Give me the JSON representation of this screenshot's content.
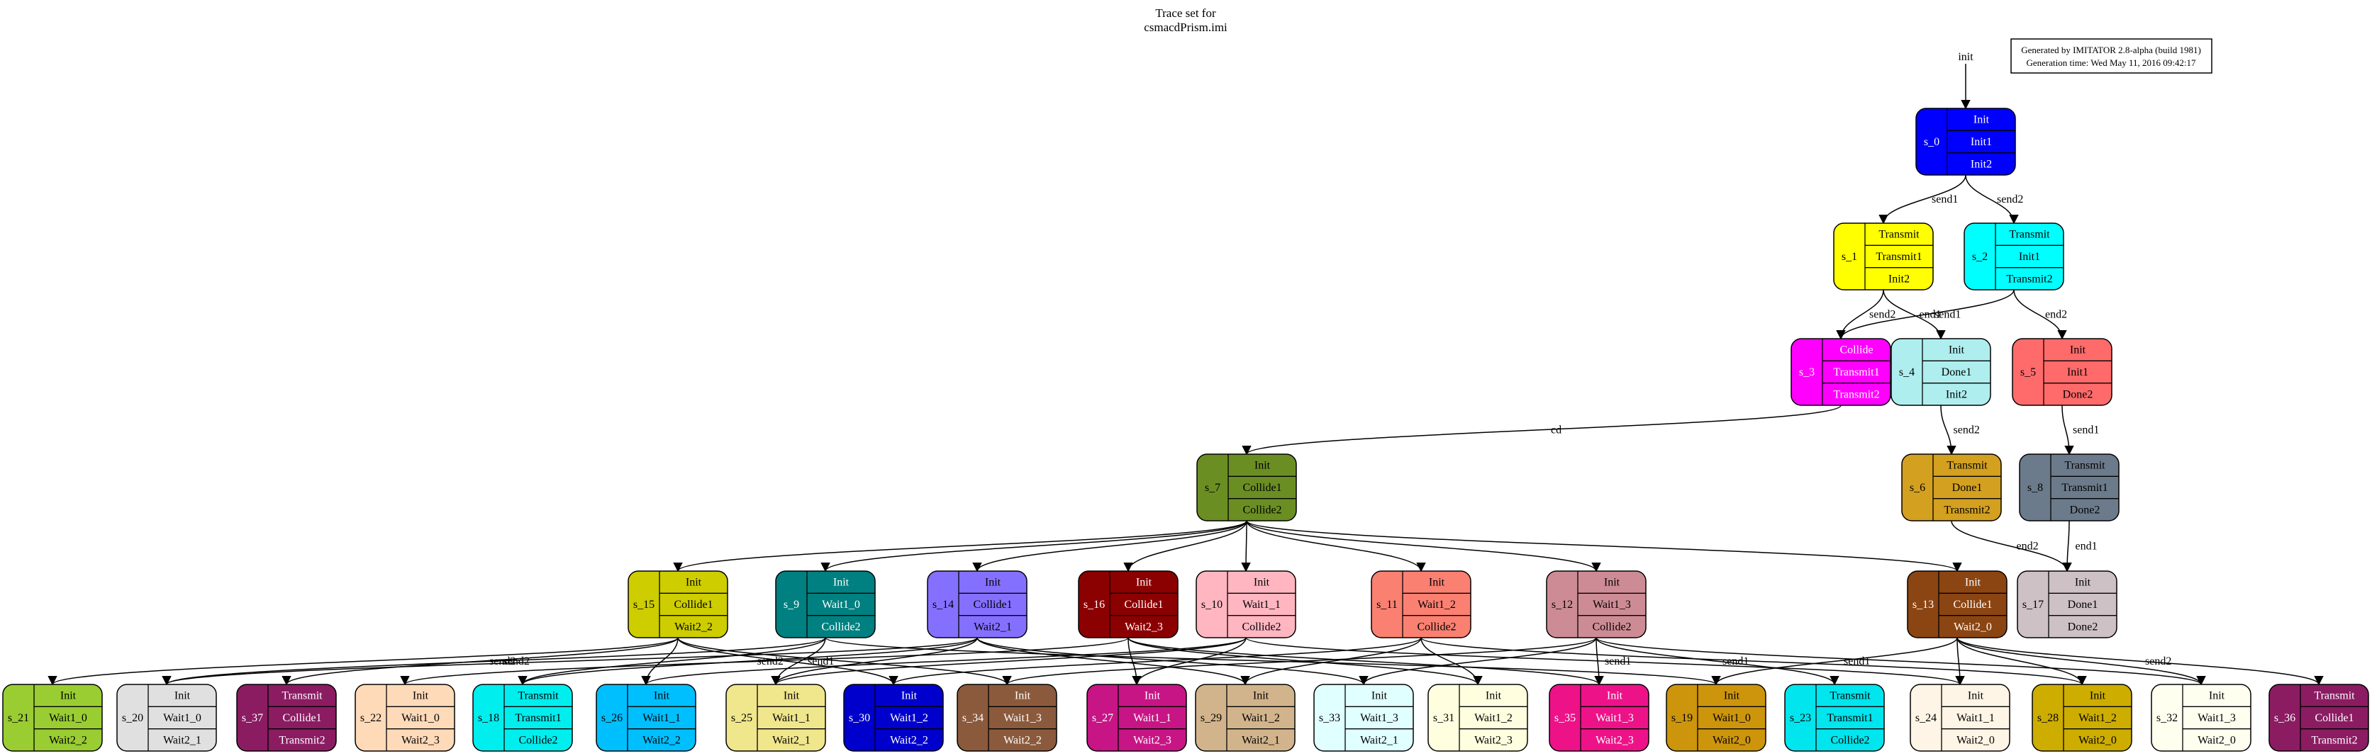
{
  "title_lines": [
    "Trace set for",
    "csmacdPrism.imi"
  ],
  "generated": {
    "line1": "Generated by IMITATOR 2.8-alpha (build 1981)",
    "line2": "Generation time: Wed May 11, 2016 09:42:17"
  },
  "init_label": "init",
  "colors": {
    "s_0": "#0000ff",
    "s_1": "#ffff00",
    "s_2": "#00ffff",
    "s_3": "#ff00ff",
    "s_4": "#afeeee",
    "s_5": "#ff6a6a",
    "s_6": "#d4a020",
    "s_7": "#6b8e23",
    "s_8": "#6c7b8b",
    "s_9": "#008080",
    "s_10": "#ffb6c1",
    "s_11": "#fa8072",
    "s_12": "#cd8c95",
    "s_13": "#8b4513",
    "s_14": "#8470ff",
    "s_15": "#cdcd00",
    "s_16": "#8b0000",
    "s_17": "#cdc1c5",
    "s_18": "#00eeee",
    "s_19": "#cd950c",
    "s_20": "#e0e0e0",
    "s_21": "#9acd32",
    "s_22": "#ffdab9",
    "s_23": "#00e5ee",
    "s_24": "#fff5e6",
    "s_25": "#f0e68c",
    "s_26": "#00bfff",
    "s_27": "#c71585",
    "s_28": "#cdad00",
    "s_29": "#d2b48c",
    "s_30": "#0000cd",
    "s_31": "#ffffe0",
    "s_32": "#fffff0",
    "s_33": "#e0ffff",
    "s_34": "#8b5a3c",
    "s_35": "#ee1289",
    "s_36": "#8b1c62",
    "s_37": "#8b1c62"
  },
  "states": [
    {
      "id": "s_0",
      "rows": [
        "Init",
        "Init1",
        "Init2"
      ]
    },
    {
      "id": "s_1",
      "rows": [
        "Transmit",
        "Transmit1",
        "Init2"
      ]
    },
    {
      "id": "s_2",
      "rows": [
        "Transmit",
        "Init1",
        "Transmit2"
      ]
    },
    {
      "id": "s_3",
      "rows": [
        "Collide",
        "Transmit1",
        "Transmit2"
      ]
    },
    {
      "id": "s_4",
      "rows": [
        "Init",
        "Done1",
        "Init2"
      ]
    },
    {
      "id": "s_5",
      "rows": [
        "Init",
        "Init1",
        "Done2"
      ]
    },
    {
      "id": "s_6",
      "rows": [
        "Transmit",
        "Done1",
        "Transmit2"
      ]
    },
    {
      "id": "s_7",
      "rows": [
        "Init",
        "Collide1",
        "Collide2"
      ]
    },
    {
      "id": "s_8",
      "rows": [
        "Transmit",
        "Transmit1",
        "Done2"
      ]
    },
    {
      "id": "s_9",
      "rows": [
        "Init",
        "Wait1_0",
        "Collide2"
      ]
    },
    {
      "id": "s_10",
      "rows": [
        "Init",
        "Wait1_1",
        "Collide2"
      ]
    },
    {
      "id": "s_11",
      "rows": [
        "Init",
        "Wait1_2",
        "Collide2"
      ]
    },
    {
      "id": "s_12",
      "rows": [
        "Init",
        "Wait1_3",
        "Collide2"
      ]
    },
    {
      "id": "s_13",
      "rows": [
        "Init",
        "Collide1",
        "Wait2_0"
      ]
    },
    {
      "id": "s_14",
      "rows": [
        "Init",
        "Collide1",
        "Wait2_1"
      ]
    },
    {
      "id": "s_15",
      "rows": [
        "Init",
        "Collide1",
        "Wait2_2"
      ]
    },
    {
      "id": "s_16",
      "rows": [
        "Init",
        "Collide1",
        "Wait2_3"
      ]
    },
    {
      "id": "s_17",
      "rows": [
        "Init",
        "Done1",
        "Done2"
      ]
    },
    {
      "id": "s_18",
      "rows": [
        "Transmit",
        "Transmit1",
        "Collide2"
      ]
    },
    {
      "id": "s_19",
      "rows": [
        "Init",
        "Wait1_0",
        "Wait2_0"
      ]
    },
    {
      "id": "s_20",
      "rows": [
        "Init",
        "Wait1_0",
        "Wait2_1"
      ]
    },
    {
      "id": "s_21",
      "rows": [
        "Init",
        "Wait1_0",
        "Wait2_2"
      ]
    },
    {
      "id": "s_22",
      "rows": [
        "Init",
        "Wait1_0",
        "Wait2_3"
      ]
    },
    {
      "id": "s_23",
      "rows": [
        "Transmit",
        "Transmit1",
        "Collide2"
      ]
    },
    {
      "id": "s_24",
      "rows": [
        "Init",
        "Wait1_1",
        "Wait2_0"
      ]
    },
    {
      "id": "s_25",
      "rows": [
        "Init",
        "Wait1_1",
        "Wait2_1"
      ]
    },
    {
      "id": "s_26",
      "rows": [
        "Init",
        "Wait1_1",
        "Wait2_2"
      ]
    },
    {
      "id": "s_27",
      "rows": [
        "Init",
        "Wait1_1",
        "Wait2_3"
      ]
    },
    {
      "id": "s_28",
      "rows": [
        "Init",
        "Wait1_2",
        "Wait2_0"
      ]
    },
    {
      "id": "s_29",
      "rows": [
        "Init",
        "Wait1_2",
        "Wait2_1"
      ]
    },
    {
      "id": "s_30",
      "rows": [
        "Init",
        "Wait1_2",
        "Wait2_2"
      ]
    },
    {
      "id": "s_31",
      "rows": [
        "Init",
        "Wait1_2",
        "Wait2_3"
      ]
    },
    {
      "id": "s_32",
      "rows": [
        "Init",
        "Wait1_3",
        "Wait2_0"
      ]
    },
    {
      "id": "s_33",
      "rows": [
        "Init",
        "Wait1_3",
        "Wait2_1"
      ]
    },
    {
      "id": "s_34",
      "rows": [
        "Init",
        "Wait1_3",
        "Wait2_2"
      ]
    },
    {
      "id": "s_35",
      "rows": [
        "Init",
        "Wait1_3",
        "Wait2_3"
      ]
    },
    {
      "id": "s_36",
      "rows": [
        "Transmit",
        "Collide1",
        "Transmit2"
      ]
    },
    {
      "id": "s_37",
      "rows": [
        "Transmit",
        "Collide1",
        "Transmit2"
      ]
    }
  ],
  "edges": [
    {
      "from": "init",
      "to": "s_0",
      "label": ""
    },
    {
      "from": "s_0",
      "to": "s_1",
      "label": "send1"
    },
    {
      "from": "s_0",
      "to": "s_2",
      "label": "send2"
    },
    {
      "from": "s_1",
      "to": "s_3",
      "label": "send2"
    },
    {
      "from": "s_1",
      "to": "s_4",
      "label": "end1"
    },
    {
      "from": "s_2",
      "to": "s_3",
      "label": "send1"
    },
    {
      "from": "s_2",
      "to": "s_5",
      "label": "end2"
    },
    {
      "from": "s_3",
      "to": "s_7",
      "label": "cd"
    },
    {
      "from": "s_4",
      "to": "s_6",
      "label": "send2"
    },
    {
      "from": "s_5",
      "to": "s_8",
      "label": "send1"
    },
    {
      "from": "s_6",
      "to": "s_17",
      "label": "end2"
    },
    {
      "from": "s_8",
      "to": "s_17",
      "label": "end1"
    },
    {
      "from": "s_7",
      "to": "s_15",
      "label": ""
    },
    {
      "from": "s_7",
      "to": "s_9",
      "label": ""
    },
    {
      "from": "s_7",
      "to": "s_14",
      "label": ""
    },
    {
      "from": "s_7",
      "to": "s_16",
      "label": ""
    },
    {
      "from": "s_7",
      "to": "s_10",
      "label": ""
    },
    {
      "from": "s_7",
      "to": "s_11",
      "label": ""
    },
    {
      "from": "s_7",
      "to": "s_12",
      "label": ""
    },
    {
      "from": "s_7",
      "to": "s_13",
      "label": ""
    },
    {
      "from": "s_15",
      "to": "s_21",
      "label": ""
    },
    {
      "from": "s_15",
      "to": "s_26",
      "label": ""
    },
    {
      "from": "s_15",
      "to": "s_30",
      "label": ""
    },
    {
      "from": "s_15",
      "to": "s_34",
      "label": ""
    },
    {
      "from": "s_9",
      "to": "s_20",
      "label": "send2"
    },
    {
      "from": "s_9",
      "to": "s_18",
      "label": ""
    },
    {
      "from": "s_9",
      "to": "s_25",
      "label": "send1"
    },
    {
      "from": "s_9",
      "to": "s_19",
      "label": ""
    },
    {
      "from": "s_14",
      "to": "s_20",
      "label": ""
    },
    {
      "from": "s_14",
      "to": "s_25",
      "label": ""
    },
    {
      "from": "s_14",
      "to": "s_33",
      "label": ""
    },
    {
      "from": "s_14",
      "to": "s_29",
      "label": ""
    },
    {
      "from": "s_16",
      "to": "s_22",
      "label": ""
    },
    {
      "from": "s_16",
      "to": "s_27",
      "label": ""
    },
    {
      "from": "s_16",
      "to": "s_31",
      "label": ""
    },
    {
      "from": "s_16",
      "to": "s_35",
      "label": ""
    },
    {
      "from": "s_10",
      "to": "s_24",
      "label": ""
    },
    {
      "from": "s_10",
      "to": "s_25",
      "label": ""
    },
    {
      "from": "s_10",
      "to": "s_26",
      "label": ""
    },
    {
      "from": "s_10",
      "to": "s_27",
      "label": ""
    },
    {
      "from": "s_11",
      "to": "s_28",
      "label": ""
    },
    {
      "from": "s_11",
      "to": "s_29",
      "label": ""
    },
    {
      "from": "s_11",
      "to": "s_30",
      "label": ""
    },
    {
      "from": "s_11",
      "to": "s_31",
      "label": ""
    },
    {
      "from": "s_12",
      "to": "s_32",
      "label": ""
    },
    {
      "from": "s_12",
      "to": "s_33",
      "label": ""
    },
    {
      "from": "s_12",
      "to": "s_34",
      "label": ""
    },
    {
      "from": "s_12",
      "to": "s_35",
      "label": "send1"
    },
    {
      "from": "s_13",
      "to": "s_19",
      "label": "send1"
    },
    {
      "from": "s_13",
      "to": "s_24",
      "label": ""
    },
    {
      "from": "s_13",
      "to": "s_28",
      "label": ""
    },
    {
      "from": "s_13",
      "to": "s_32",
      "label": ""
    },
    {
      "from": "s_13",
      "to": "s_36",
      "label": "send2"
    },
    {
      "from": "s_12",
      "to": "s_23",
      "label": "send1"
    },
    {
      "from": "s_15",
      "to": "s_37",
      "label": "send2"
    },
    {
      "from": "s_14",
      "to": "s_18",
      "label": "send2"
    }
  ]
}
